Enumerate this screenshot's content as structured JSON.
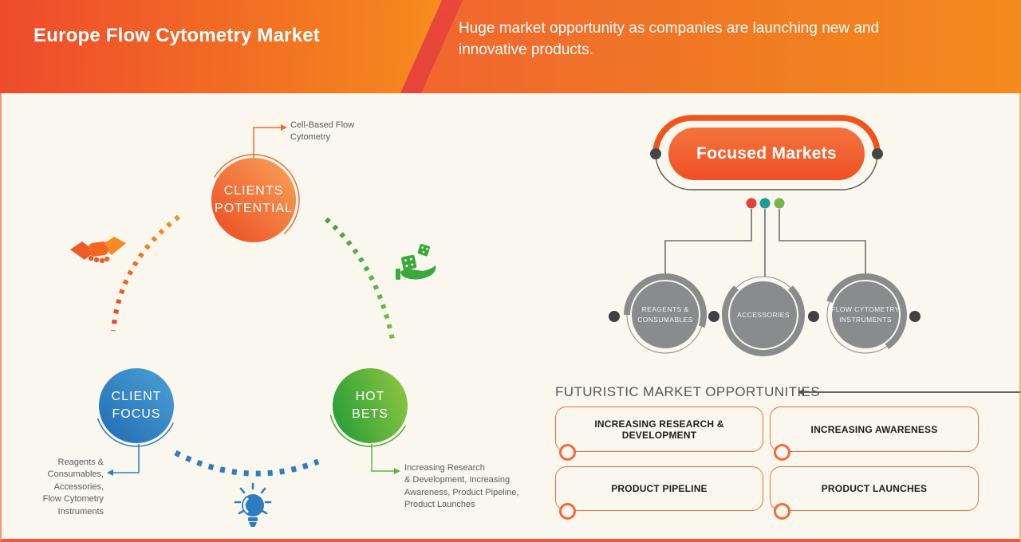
{
  "header": {
    "title": "Europe Flow Cytometry Market",
    "subtitle": "Huge market opportunity as companies are launching new and\ninnovative products."
  },
  "cycle": {
    "clients_potential": {
      "label": "CLIENTS\nPOTENTIAL",
      "note": "Cell-Based Flow\nCytometry"
    },
    "client_focus": {
      "label": "CLIENT\nFOCUS",
      "note": "Reagents &\nConsumables,\nAccessories,\nFlow Cytometry\nInstruments"
    },
    "hot_bets": {
      "label": "HOT\nBETS",
      "note": "Increasing Research\n& Development, Increasing\nAwareness, Product Pipeline,\nProduct Launches"
    },
    "icons": {
      "handshake": "handshake-icon",
      "dice_hand": "dice-in-hand-icon",
      "lightbulb": "lightbulb-icon"
    }
  },
  "focused_markets": {
    "title": "Focused Markets",
    "segments": [
      {
        "label": "REAGENTS &\nCONSUMABLES"
      },
      {
        "label": "ACCESSORIES"
      },
      {
        "label": "FLOW CYTOMETRY\nINSTRUMENTS"
      }
    ],
    "dot_colors": [
      "#e6403a",
      "#1d9d95",
      "#79b54a"
    ]
  },
  "opportunities": {
    "heading": "FUTURISTIC MARKET OPPORTUNITIES",
    "items": [
      {
        "label": "INCREASING RESEARCH & DEVELOPMENT"
      },
      {
        "label": "INCREASING AWARENESS"
      },
      {
        "label": "PRODUCT PIPELINE"
      },
      {
        "label": "PRODUCT LAUNCHES"
      }
    ]
  },
  "colors": {
    "accent_orange": "#f26b31",
    "accent_blue": "#2d7dc1",
    "accent_green": "#45ab3b",
    "segment_gray": "#8a8b8d",
    "background": "#faf7ee"
  }
}
